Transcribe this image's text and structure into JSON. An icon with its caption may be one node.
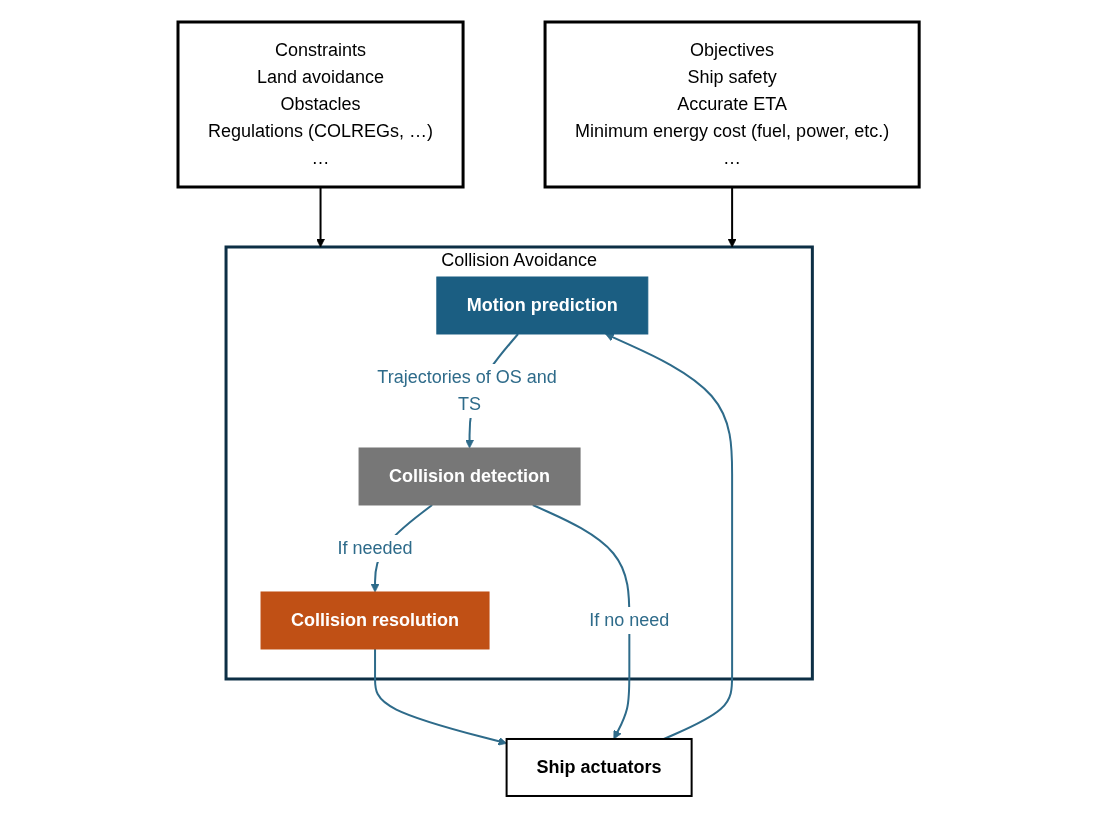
{
  "diagram": {
    "nodes": [
      {
        "text": [
          "Constraints",
          "Land avoidance",
          "Obstacles",
          "Regulations (COLREGs, …)",
          "…"
        ]
      },
      {
        "text": [
          "Objectives",
          "Ship safety",
          "Accurate ETA",
          "Minimum energy cost (fuel, power, etc.)",
          "…"
        ]
      },
      {
        "text": [
          "Collision Avoidance"
        ]
      },
      {
        "text": [
          "Ship actuators"
        ]
      },
      {
        "text": [
          "Motion prediction"
        ],
        "in": 2
      },
      {
        "text": [
          "Collision detection"
        ],
        "in": 2
      },
      {
        "text": [
          "Collision resolution"
        ],
        "in": 2
      }
    ],
    "edges": [
      {
        "from": 0,
        "to": 2,
        "arrow": "to",
        "color": "#000000"
      },
      {
        "from": 1,
        "to": 2,
        "arrow": "to",
        "color": "#000000"
      },
      {
        "from": 3,
        "to": 4,
        "arrow": "to"
      },
      {
        "from": 4,
        "to": 5,
        "arrow": "to",
        "label": "Trajectories of OS and TS"
      },
      {
        "from": 5,
        "to": 6,
        "arrow": "to",
        "label": "If needed"
      },
      {
        "from": 6,
        "to": 3,
        "arrow": "to"
      },
      {
        "from": 5,
        "to": 3,
        "arrow": "to",
        "label": "If no need"
      }
    ]
  }
}
